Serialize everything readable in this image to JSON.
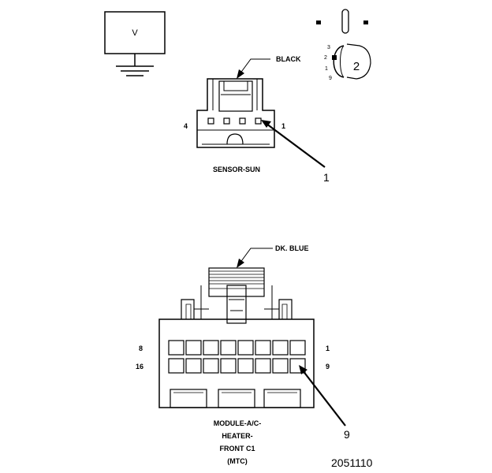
{
  "meter": {
    "symbol": "V"
  },
  "legend": {
    "pin_letters": [
      "3",
      "2",
      "1",
      "9"
    ],
    "circle_number": "2"
  },
  "sensor_connector": {
    "wire_color": "BLACK",
    "pin_left": "4",
    "pin_right": "1",
    "name": "SENSOR-SUN",
    "callout": "1"
  },
  "module_connector": {
    "wire_color": "DK. BLUE",
    "row1_left": "8",
    "row1_right": "1",
    "row2_left": "16",
    "row2_right": "9",
    "name_lines": [
      "MODULE-A/C-",
      "HEATER-",
      "FRONT C1",
      "(MTC)"
    ],
    "callout": "9"
  },
  "figure_id": "2051110"
}
